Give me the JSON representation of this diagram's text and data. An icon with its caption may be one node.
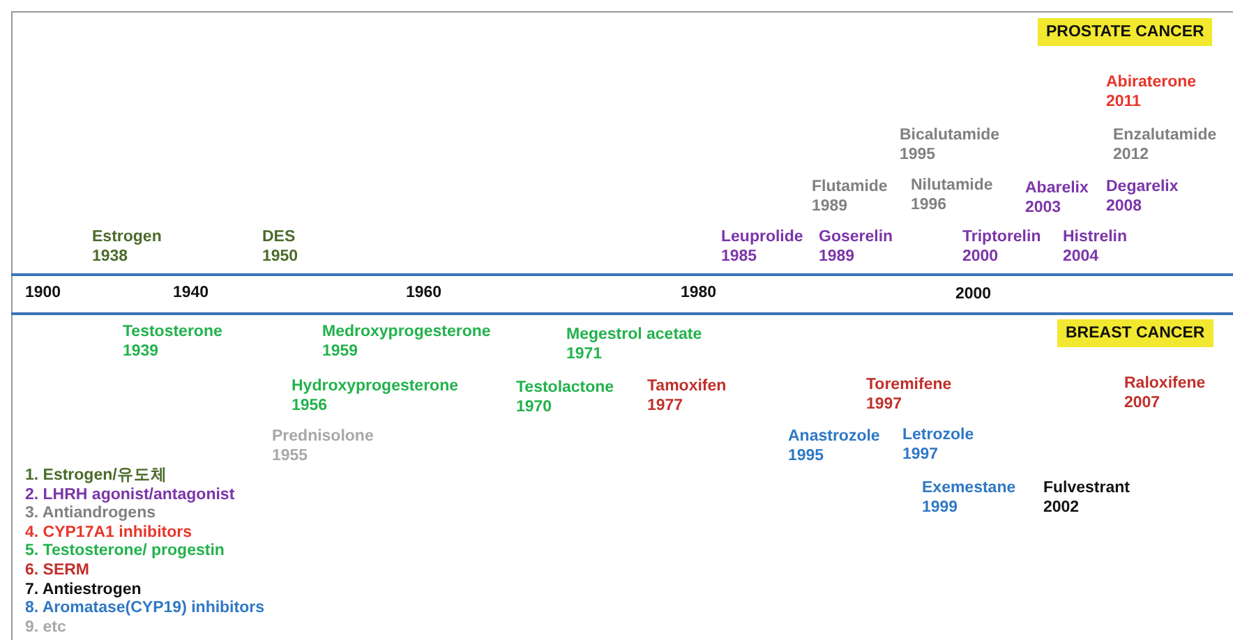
{
  "diagram": {
    "labels": [
      "PROSTATE CANCER",
      "Abiraterone 2011",
      "Bicalutamide 1995",
      "Enzalutamide 2012",
      "Flutamide 1989",
      "Nilutamide 1996",
      "Abarelix 2003",
      "Degarelix 2008",
      "Estrogen 1938",
      "DES 1950",
      "Leuprolide 1985",
      "Goserelin 1989",
      "Triptorelin 2000",
      "Histrelin 2004",
      "1900",
      "1940",
      "1960",
      "1980",
      "2000",
      "Testosterone 1939",
      "Medroxyprogesterone 1959",
      "Megestrol acetate 1971",
      "BREAST CANCER",
      "Hydroxyprogesterone 1956",
      "Testolactone 1970",
      "Tamoxifen 1977",
      "Toremifene 1997",
      "Raloxifene 2007",
      "Prednisolone 1955",
      "Anastrozole 1995",
      "Letrozole 1997",
      "Exemestane 1999",
      "Fulvestrant 2002"
    ],
    "legend": [
      {
        "text": "1. Estrogen/유도체",
        "color": "#4a6b2a"
      },
      {
        "text": "2. LHRH agonist/antagonist",
        "color": "#7b35a8"
      },
      {
        "text": "3. Antiandrogens",
        "color": "#808080"
      },
      {
        "text": "4. CYP17A1 inhibitors",
        "color": "#e8352a"
      },
      {
        "text": "5. Testosterone/ progestin",
        "color": "#22b24c"
      },
      {
        "text": "6. SERM",
        "color": "#c0302a"
      },
      {
        "text": "7. Antiestrogen",
        "color": "#111111"
      },
      {
        "text": "8. Aromatase(CYP19) inhibitors",
        "color": "#2f78c4"
      },
      {
        "text": "9. etc",
        "color": "#a8a8a8"
      }
    ]
  }
}
